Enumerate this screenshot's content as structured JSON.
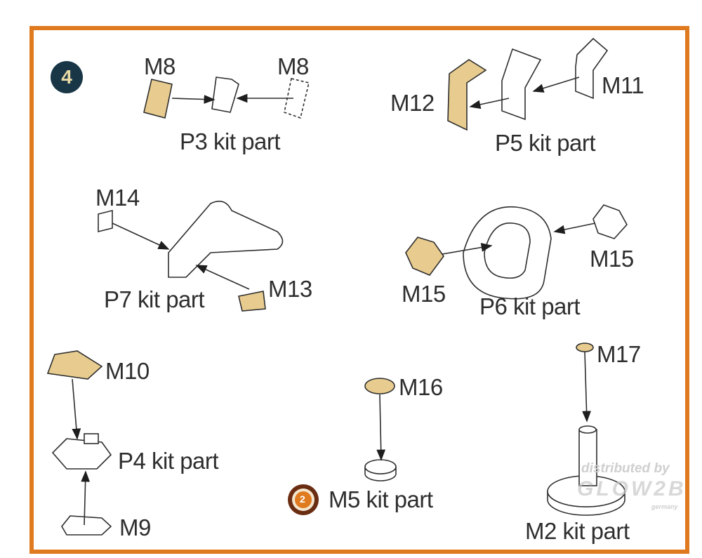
{
  "step_number": "4",
  "colors": {
    "frame": "#e07a1f",
    "badge": "#183646",
    "part_fill": "#e8cc8f",
    "line": "#2e2e2e"
  },
  "labels": {
    "m8_left": "M8",
    "m8_right": "M8",
    "p3": "P3 kit part",
    "m12": "M12",
    "m11": "M11",
    "p5": "P5 kit part",
    "m14": "M14",
    "p7": "P7 kit part",
    "m13": "M13",
    "m15_right": "M15",
    "m15_left": "M15",
    "p6": "P6 kit part",
    "m10": "M10",
    "p4": "P4 kit part",
    "m9": "M9",
    "m16": "M16",
    "m5": "M5 kit part",
    "m5_icon_number": "2",
    "m17": "M17",
    "m2": "M2 kit part"
  },
  "watermark": {
    "line1": "distributed by",
    "brand": "GLOW2B",
    "country": "germany"
  }
}
